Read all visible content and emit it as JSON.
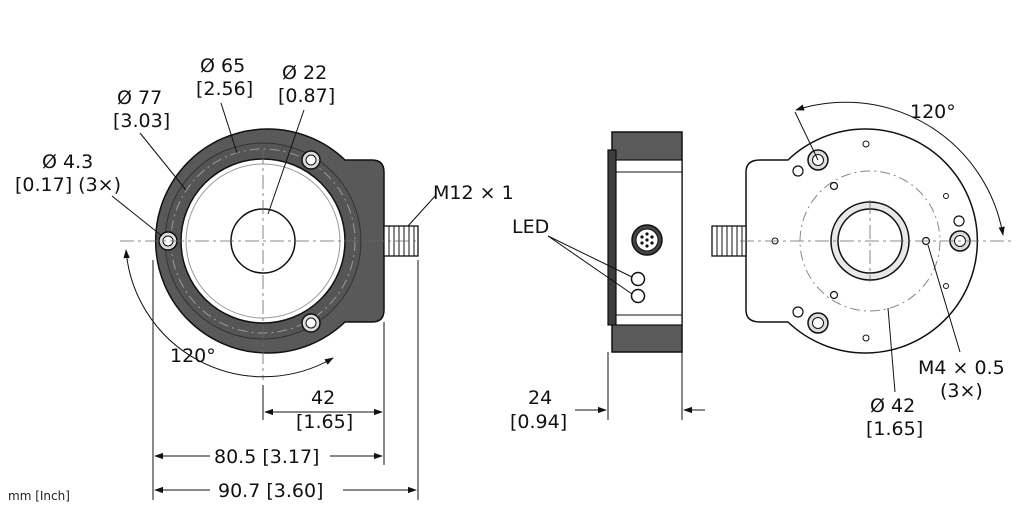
{
  "front_view": {
    "dia_77": "Ø 77",
    "dia_77_inch": "[3.03]",
    "dia_65": "Ø 65",
    "dia_65_inch": "[2.56]",
    "dia_22": "Ø 22",
    "dia_22_inch": "[0.87]",
    "dia_4_3": "Ø 4.3",
    "dia_4_3_inch": "[0.17] (3×)",
    "connector": "M12 × 1",
    "angle": "120°",
    "dim_42": "42",
    "dim_42_inch": "[1.65]",
    "dim_80_5": "80.5 [3.17]",
    "dim_90_7": "90.7 [3.60]"
  },
  "side_view": {
    "led": "LED",
    "dim_24": "24",
    "dim_24_inch": "[0.94]"
  },
  "rear_view": {
    "angle": "120°",
    "thread": "M4 × 0.5",
    "thread_count": "(3×)",
    "dia_42": "Ø 42",
    "dia_42_inch": "[1.65]"
  },
  "units": "mm [Inch]",
  "colors": {
    "housing": "#595959",
    "housing_dark": "#2f2f2f",
    "face": "#ffffff",
    "line": "#111111"
  }
}
